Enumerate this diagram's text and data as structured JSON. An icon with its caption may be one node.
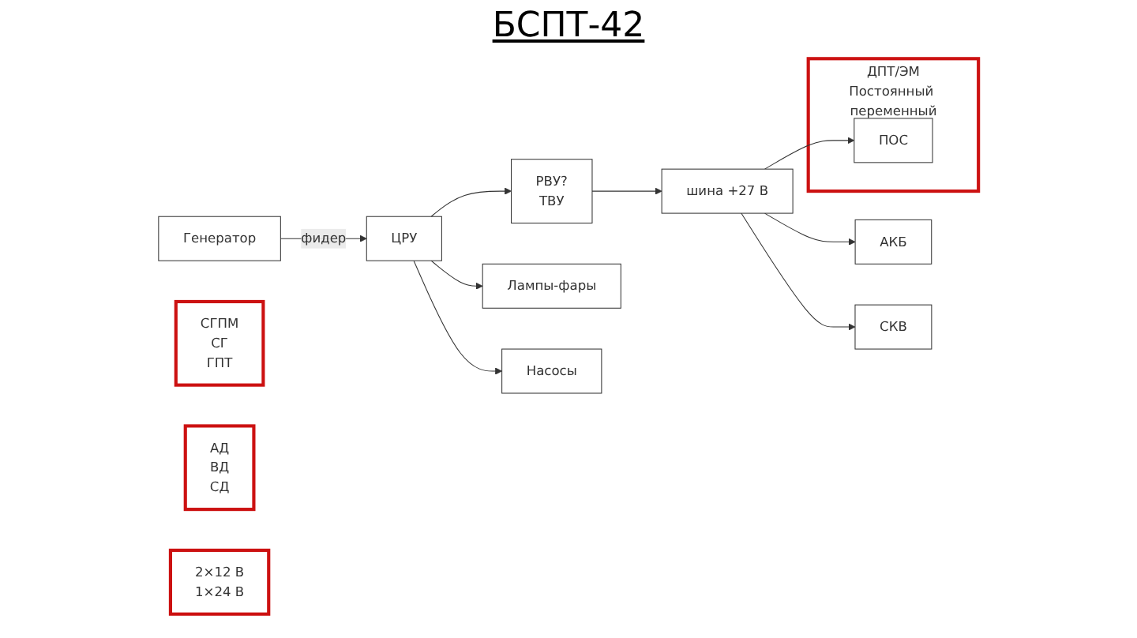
{
  "diagram": {
    "title": "БСПТ-42",
    "nodes": [
      {
        "text": [
          "Генератор"
        ]
      },
      {
        "text": [
          "СГПМ",
          "СГ",
          "ГПТ"
        ]
      },
      {
        "text": [
          "ЦРУ"
        ]
      },
      {
        "text": [
          "РВУ?",
          "ТВУ"
        ]
      },
      {
        "text": [
          "Лампы-фары"
        ]
      },
      {
        "text": [
          "Насосы"
        ]
      },
      {
        "text": [
          "АД",
          "ВД",
          "СД"
        ]
      },
      {
        "text": [
          "шина +27 В"
        ]
      },
      {
        "text": [
          "2×12 В",
          "1×24 В"
        ]
      },
      {
        "text": [
          "АКБ"
        ]
      },
      {
        "text": [
          "СКВ"
        ]
      },
      {
        "text": [
          "ДПТ/ЭМ",
          "Постоянный переменный"
        ]
      },
      {
        "text": [
          "ПОС"
        ],
        "in": 11
      }
    ],
    "edges": [
      {
        "from": 0,
        "to": 2,
        "arrow": "to",
        "label": "фидер"
      },
      {
        "from": 2,
        "to": 3,
        "arrow": "to"
      },
      {
        "from": 2,
        "to": 4,
        "arrow": "to"
      },
      {
        "from": 2,
        "to": 5,
        "arrow": "to"
      },
      {
        "from": 3,
        "to": 7,
        "arrow": "to"
      },
      {
        "from": 7,
        "to": 9,
        "arrow": "to"
      },
      {
        "from": 7,
        "to": 10,
        "arrow": "to"
      },
      {
        "from": 7,
        "to": 12,
        "arrow": "to"
      }
    ]
  }
}
